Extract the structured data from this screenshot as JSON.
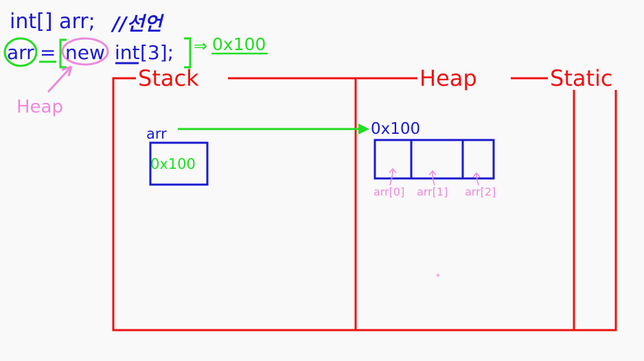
{
  "code": {
    "line1": "int[] arr;",
    "comment": "//선언",
    "line2_var": "arr",
    "line2_eq": "=",
    "line2_new": "new",
    "line2_type": "int",
    "line2_rest": "[3];",
    "result_arrow": "⇒",
    "result_address": "0x100",
    "new_annotation": "Heap"
  },
  "memory": {
    "stack_label": "Stack",
    "heap_label": "Heap",
    "static_label": "Static",
    "stack_var_name": "arr",
    "stack_var_value": "0x100",
    "heap_address": "0x100",
    "heap_cells": [
      "arr[0]",
      "arr[1]",
      "arr[2]"
    ]
  },
  "colors": {
    "code_text": "#1a1ad0",
    "highlight_green": "#22dd22",
    "annotation_pink": "#ee88dd",
    "region_red": "#ee1111",
    "box_blue": "#1a1ad0"
  }
}
